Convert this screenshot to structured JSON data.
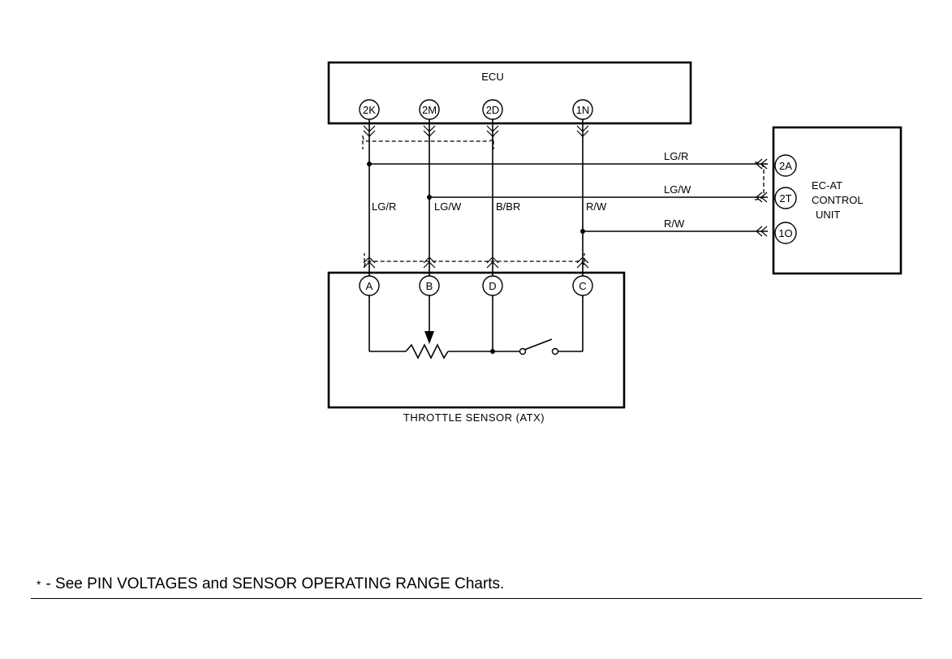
{
  "ecu": {
    "title": "ECU",
    "pins": [
      "2K",
      "2M",
      "2D",
      "1N"
    ]
  },
  "sensor": {
    "caption": "THROTTLE SENSOR (ATX)",
    "pins": [
      "A",
      "B",
      "D",
      "C"
    ]
  },
  "control_unit": {
    "title_lines": [
      "EC-AT",
      "CONTROL",
      "UNIT"
    ],
    "pins": [
      "2A",
      "2T",
      "1O"
    ]
  },
  "wire_labels": {
    "vertical": [
      "LG/R",
      "LG/W",
      "B/BR",
      "R/W"
    ],
    "horizontal": [
      "LG/R",
      "LG/W",
      "R/W"
    ]
  },
  "footnote": {
    "symbol": "*",
    "text": "- See PIN VOLTAGES and SENSOR OPERATING RANGE Charts."
  }
}
